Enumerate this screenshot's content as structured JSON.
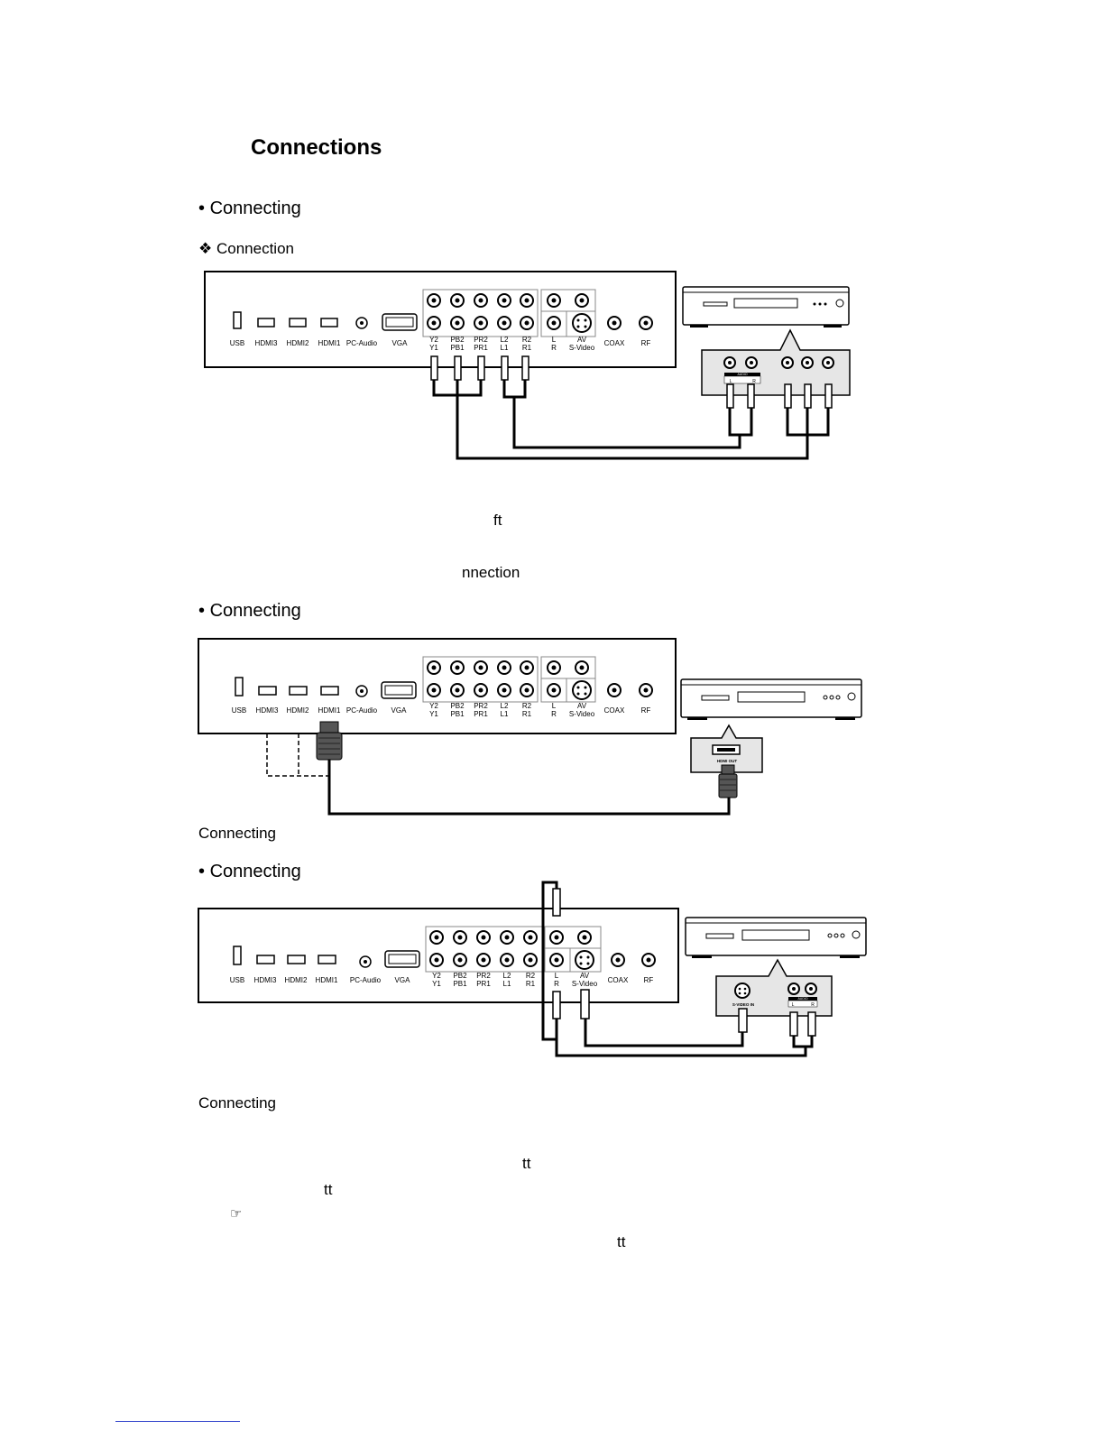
{
  "page": {
    "title": "Connections",
    "section1": {
      "heading": "Connecting",
      "subheading": "Connection",
      "fragment_a": "ft",
      "fragment_b": "nnection"
    },
    "section2": {
      "heading": "Connecting",
      "caption": "Connecting"
    },
    "section3": {
      "heading": "Connecting",
      "caption": "Connecting",
      "fragment_a": "tt",
      "fragment_b": "tt",
      "fragment_c": "tt"
    }
  },
  "panel": {
    "ports": [
      "USB",
      "HDMI3",
      "HDMI2",
      "HDMI1",
      "PC-Audio",
      "VGA"
    ],
    "jacks_top": [
      "Y2",
      "PB2",
      "PR2",
      "L2",
      "R2"
    ],
    "jacks_bottom": [
      "Y1",
      "PB1",
      "PR1",
      "L1",
      "R1"
    ],
    "audio_top": "L",
    "audio_bottom": "R",
    "av_top": "AV",
    "av_bottom": "S-Video",
    "coax": "COAX",
    "rf": "RF"
  },
  "devices": {
    "audio_label": "AUDIO",
    "audio_l": "L",
    "audio_r": "R",
    "hdmi_out": "HDMI OUT",
    "svideo_in": "S-VIDEO IN"
  }
}
